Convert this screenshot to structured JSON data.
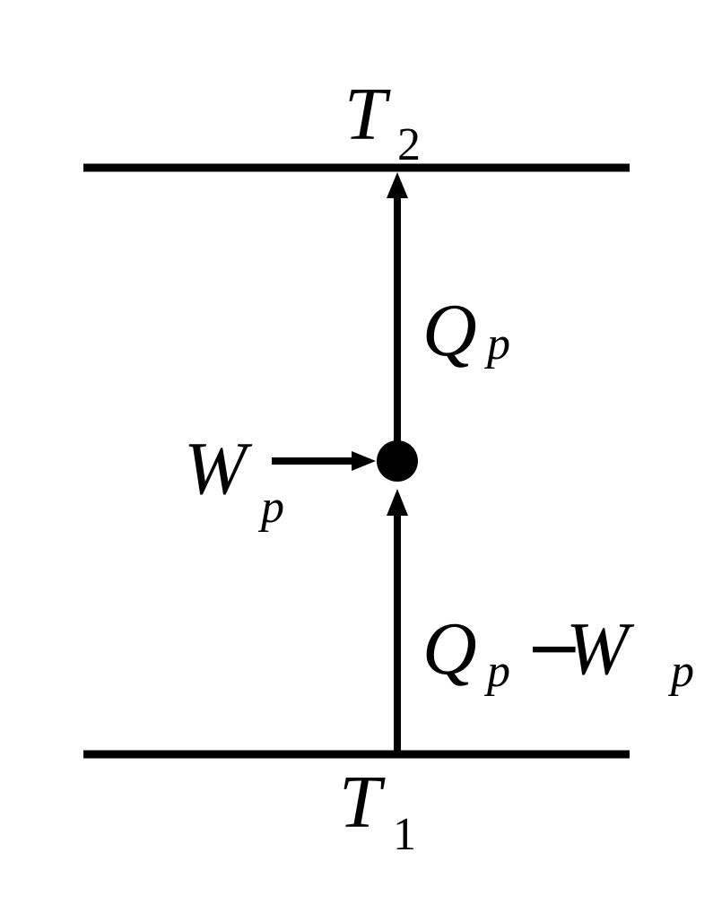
{
  "colors": {
    "ink": "#000000",
    "background": "#ffffff"
  },
  "reservoirs": {
    "hot": {
      "symbol": "T",
      "subscript": "2"
    },
    "cold": {
      "symbol": "T",
      "subscript": "1"
    }
  },
  "flows": {
    "upper": {
      "symbol": "Q",
      "subscript": "p"
    },
    "work": {
      "symbol": "W",
      "subscript": "p"
    },
    "lower": {
      "left_symbol": "Q",
      "left_subscript": "p",
      "operator": "−",
      "right_symbol": "W",
      "right_subscript": "p"
    }
  }
}
